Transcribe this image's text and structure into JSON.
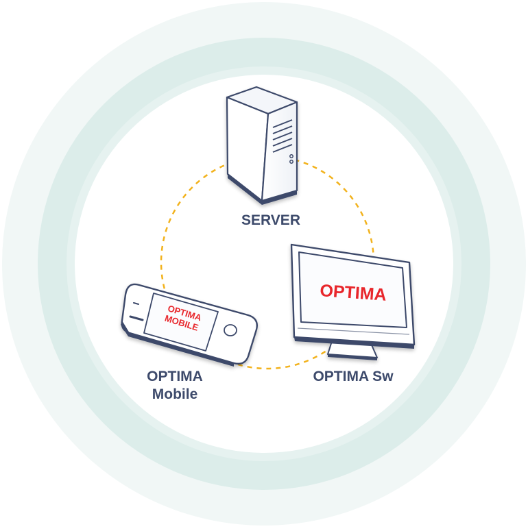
{
  "nodes": {
    "server": {
      "label": "SERVER"
    },
    "desktop": {
      "label": "OPTIMA Sw",
      "screen_text": "OPTIMA"
    },
    "mobile": {
      "label_line1": "OPTIMA",
      "label_line2": "Mobile",
      "screen_line1": "OPTIMA",
      "screen_line2": "MOBILE"
    }
  },
  "colors": {
    "outer_ring": "#eef5f4",
    "mid_ring": "#dcecea",
    "inner_circle": "#ffffff",
    "connector": "#f2b21c",
    "label": "#3d4a6b",
    "device_outline": "#3d4a6b",
    "brand_text": "#e8262b"
  }
}
